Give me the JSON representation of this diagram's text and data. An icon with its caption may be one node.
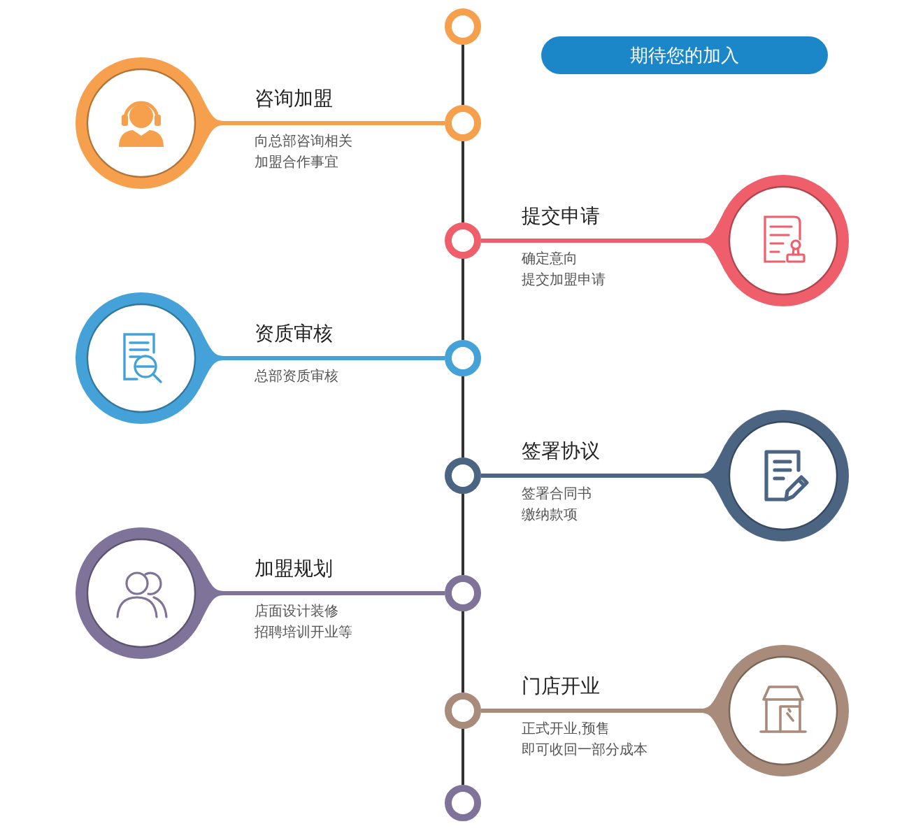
{
  "diagram": {
    "nodes": [
      {
        "text": [],
        "shape": "circle"
      },
      {
        "text": [
          "期待您的加入"
        ]
      },
      {
        "text": [],
        "shape": "circle",
        "beside": [
          "咨询加盟",
          "向总部咨询相关",
          "加盟合作事宜"
        ]
      },
      {
        "text": [],
        "shape": "circle"
      },
      {
        "text": [],
        "shape": "circle"
      },
      {
        "text": [],
        "shape": "circle",
        "beside": [
          "提交申请",
          "确定意向",
          "提交加盟申请"
        ]
      },
      {
        "text": [],
        "shape": "circle",
        "beside": [
          "资质审核",
          "总部资质审核"
        ]
      },
      {
        "text": [],
        "shape": "circle"
      },
      {
        "text": [],
        "shape": "circle"
      },
      {
        "text": [],
        "shape": "circle",
        "beside": [
          "签署协议",
          "签署合同书",
          "缴纳款项"
        ]
      },
      {
        "text": [],
        "shape": "circle",
        "beside": [
          "加盟规划",
          "店面设计装修",
          "招聘培训开业等"
        ]
      },
      {
        "text": [],
        "shape": "circle"
      },
      {
        "text": [],
        "shape": "circle"
      },
      {
        "text": [],
        "shape": "circle",
        "beside": [
          "门店开业",
          "正式开业,预售",
          "即可收回一部分成本"
        ]
      },
      {
        "text": [],
        "shape": "circle"
      }
    ],
    "edges": [
      {
        "from": 0,
        "to": 3,
        "arrow": "none"
      },
      {
        "from": 2,
        "to": 3,
        "arrow": "none",
        "color": "#f6a04d"
      },
      {
        "from": 3,
        "to": 4,
        "arrow": "none"
      },
      {
        "from": 4,
        "to": 5,
        "arrow": "none",
        "color": "#ee5f6b"
      },
      {
        "from": 4,
        "to": 7,
        "arrow": "none"
      },
      {
        "from": 6,
        "to": 7,
        "arrow": "none",
        "color": "#45a2d9"
      },
      {
        "from": 7,
        "to": 8,
        "arrow": "none"
      },
      {
        "from": 8,
        "to": 9,
        "arrow": "none",
        "color": "#4b6482"
      },
      {
        "from": 8,
        "to": 11,
        "arrow": "none"
      },
      {
        "from": 10,
        "to": 11,
        "arrow": "none",
        "color": "#80739a"
      },
      {
        "from": 11,
        "to": 12,
        "arrow": "none"
      },
      {
        "from": 12,
        "to": 13,
        "arrow": "none",
        "color": "#a88b7b"
      },
      {
        "from": 12,
        "to": 14,
        "arrow": "none"
      }
    ]
  }
}
